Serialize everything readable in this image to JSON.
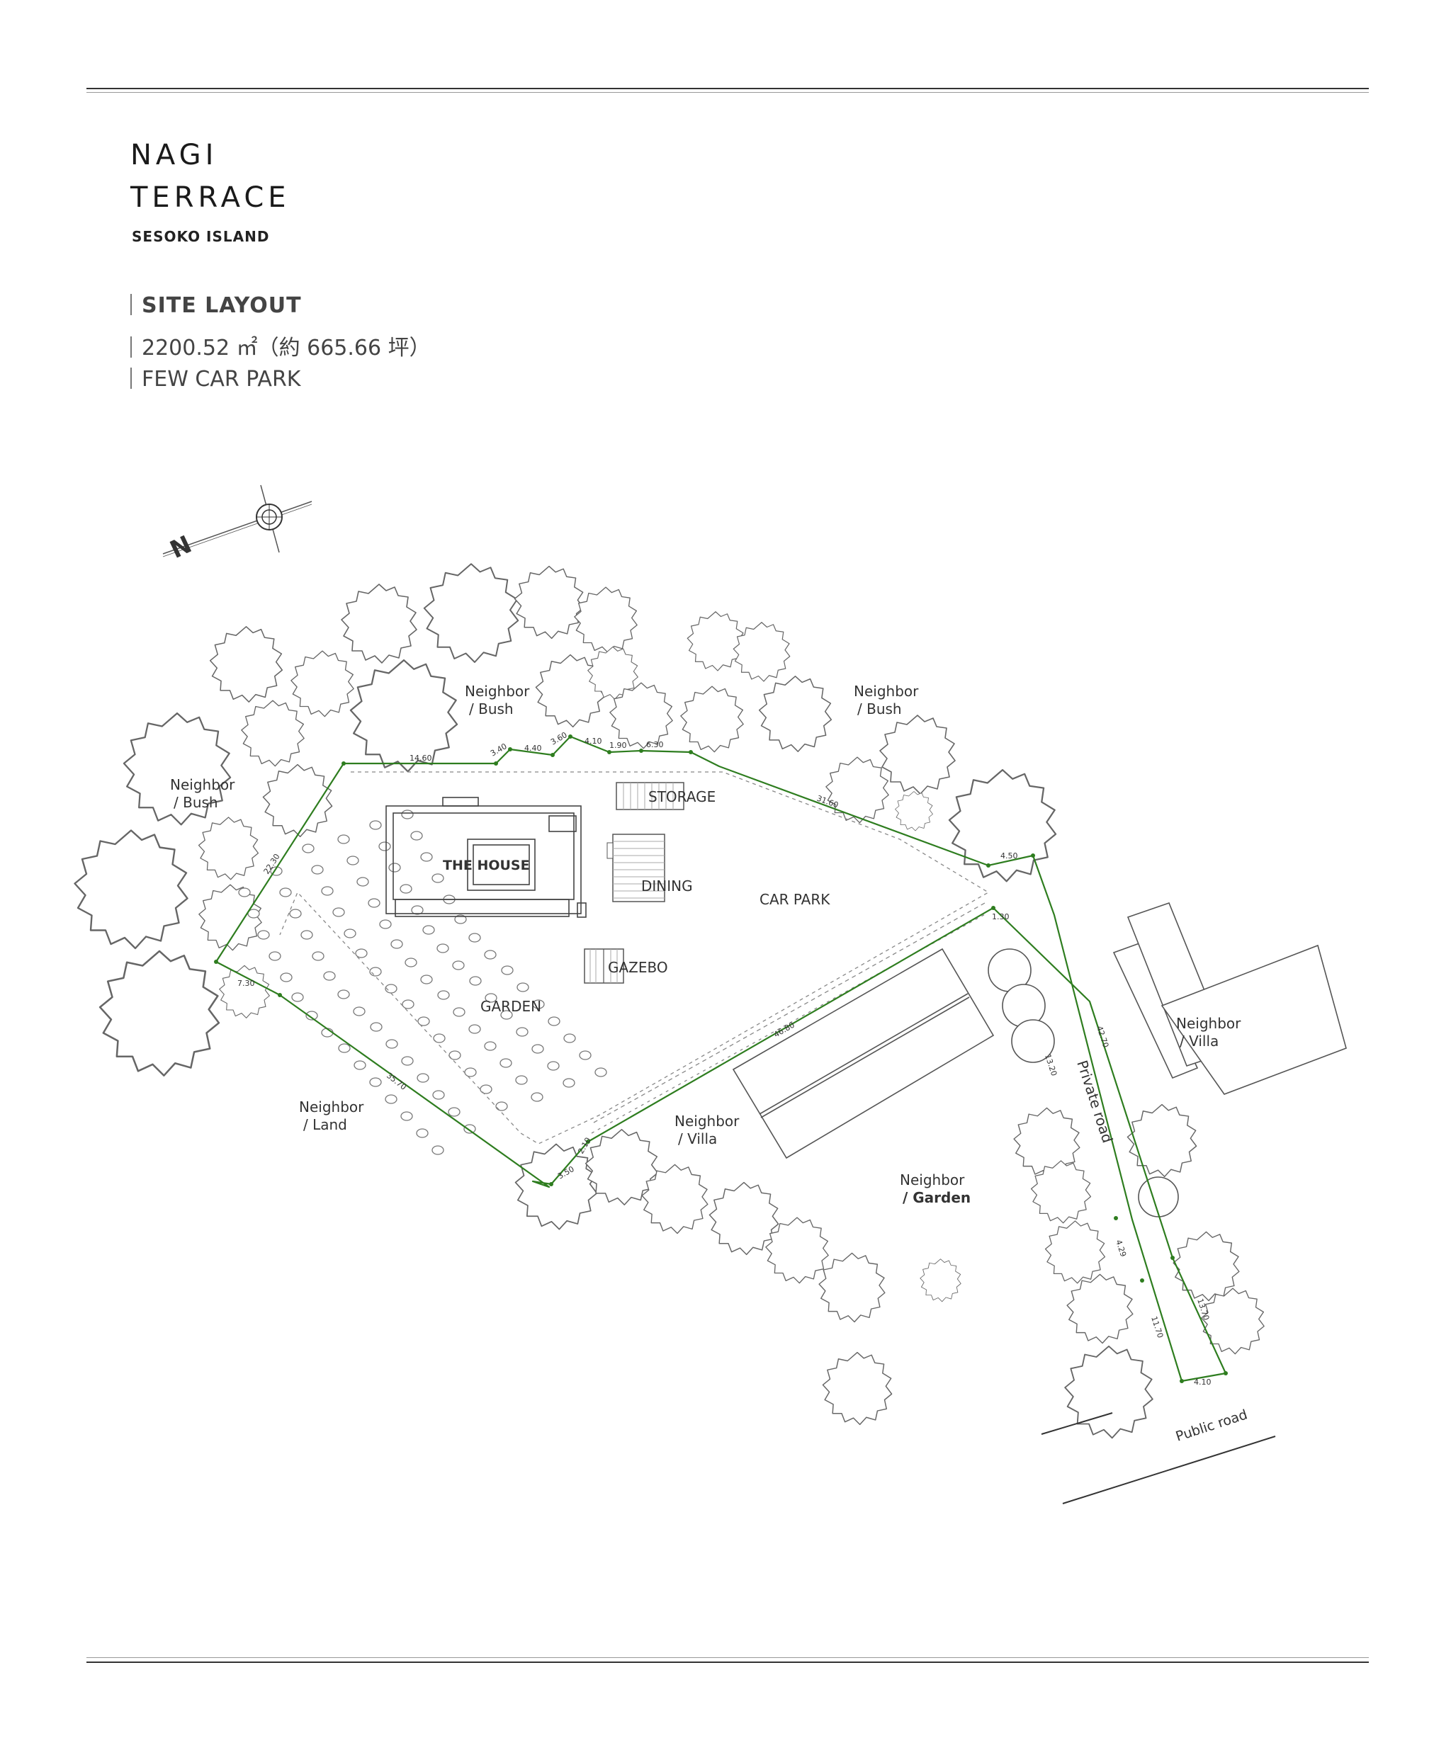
{
  "brand": {
    "line1": "NAGI",
    "line2": "TERRACE",
    "location": "SESOKO ISLAND"
  },
  "specs": {
    "layout": "SITE LAYOUT",
    "area": "2200.52 ㎡（約 665.66 坪）",
    "parking": "FEW CAR PARK"
  },
  "compass": {
    "north": "N"
  },
  "labels": {
    "neighbor_bush_top": "Neighbor",
    "neighbor_bush_top_2": "/ Bush",
    "neighbor_bush_right": "Neighbor",
    "neighbor_bush_right_2": "/ Bush",
    "neighbor_bush_left": "Neighbor",
    "neighbor_bush_left_2": "/ Bush",
    "neighbor_land": "Neighbor",
    "neighbor_land_2": "/ Land",
    "neighbor_villa_center": "Neighbor",
    "neighbor_villa_center_2": "/ Villa",
    "neighbor_villa_right": "Neighbor",
    "neighbor_villa_right_2": "/ Villa",
    "neighbor_garden": "Neighbor",
    "neighbor_garden_2": "/ Garden",
    "storage": "STORAGE",
    "the_house": "THE HOUSE",
    "dining": "DINING",
    "car_park": "CAR PARK",
    "gazebo": "GAZEBO",
    "garden": "GARDEN",
    "private_road": "Private road",
    "public_road": "Public road"
  },
  "dimensions": {
    "d1": "14.60",
    "d2": "3.40",
    "d3": "4.40",
    "d4": "3.60",
    "d5": "4.10",
    "d6": "1.90",
    "d7": "6.30",
    "d8": "31.60",
    "d9": "4.50",
    "d10": "1.30",
    "d11": "42.70",
    "d12": "46.80",
    "d13": "22.30",
    "d14": "7.30",
    "d15": "35.70",
    "d16": "3.50",
    "d17": "2.10",
    "d18": "13.20",
    "d19": "4.10",
    "d20": "11.70",
    "d21": "4.29",
    "d22": "13.70"
  },
  "colors": {
    "boundary": "#2e7d1f",
    "outline": "#555555",
    "text": "#333333"
  }
}
